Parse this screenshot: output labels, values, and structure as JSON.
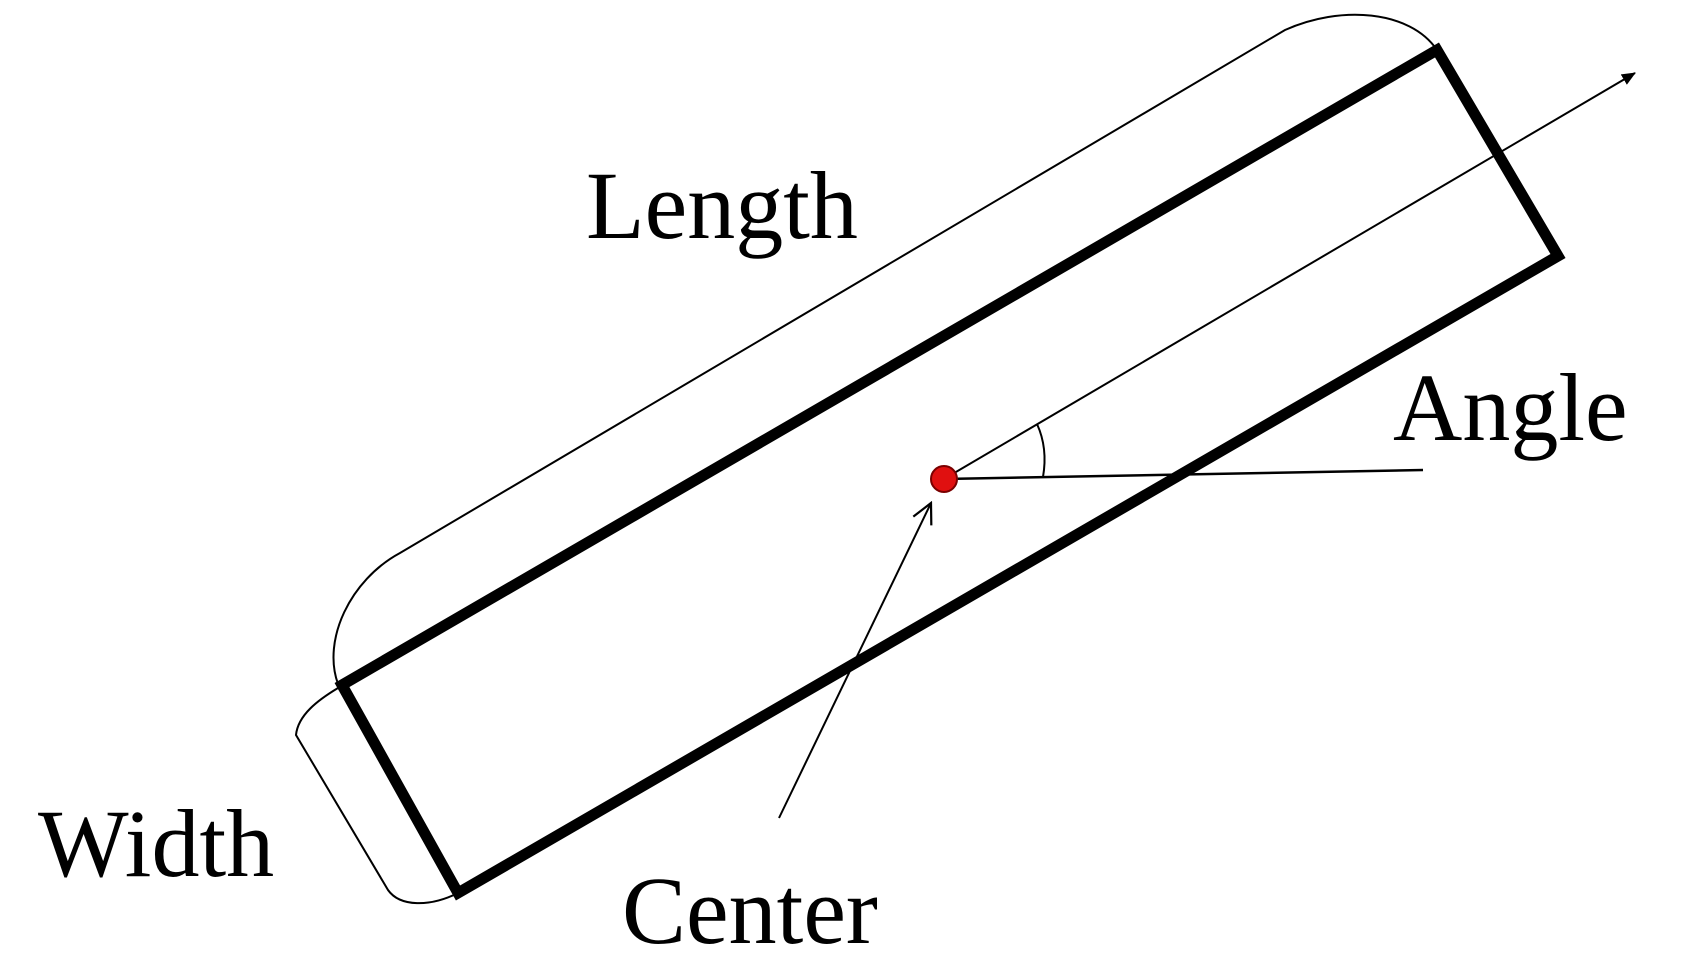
{
  "labels": {
    "length": "Length",
    "width": "Width",
    "angle": "Angle",
    "center": "Center"
  },
  "colors": {
    "stroke": "#000000",
    "center_point": "#e01010",
    "background": "#ffffff"
  }
}
